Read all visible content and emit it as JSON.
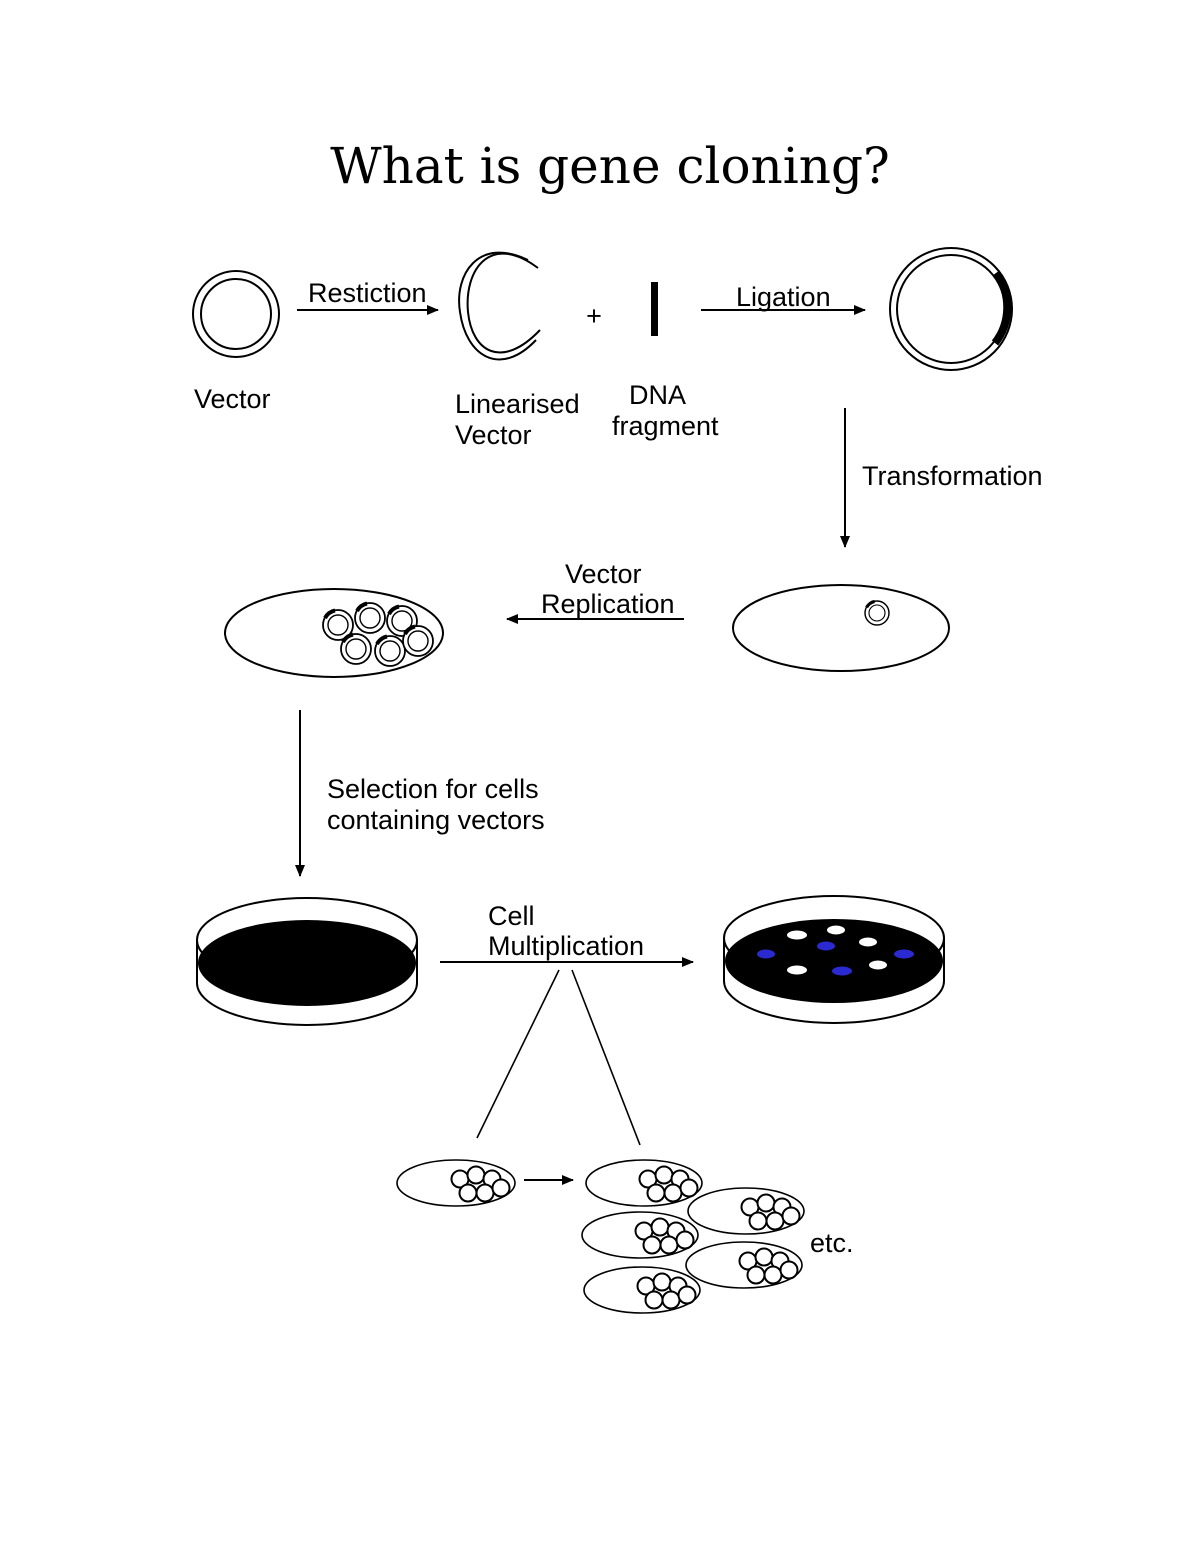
{
  "title": "What is gene cloning?",
  "labels": {
    "vector": "Vector",
    "restriction": "Restiction",
    "linearised_line1": "Linearised",
    "linearised_line2": "Vector",
    "plus": "+",
    "dna_line1": "DNA",
    "dna_line2": "fragment",
    "ligation": "Ligation",
    "transformation": "Transformation",
    "vector_replication_line1": "Vector",
    "vector_replication_line2": "Replication",
    "selection_line1": "Selection for cells",
    "selection_line2": "containing vectors",
    "cell_multiplication_line1": "Cell",
    "cell_multiplication_line2": "Multiplication",
    "etc": "etc."
  },
  "colors": {
    "ink": "#000000",
    "blue_colony": "#2a2ad0",
    "white_colony": "#ffffff"
  },
  "petri_colonies": {
    "white_count": 5,
    "blue_count": 4
  }
}
